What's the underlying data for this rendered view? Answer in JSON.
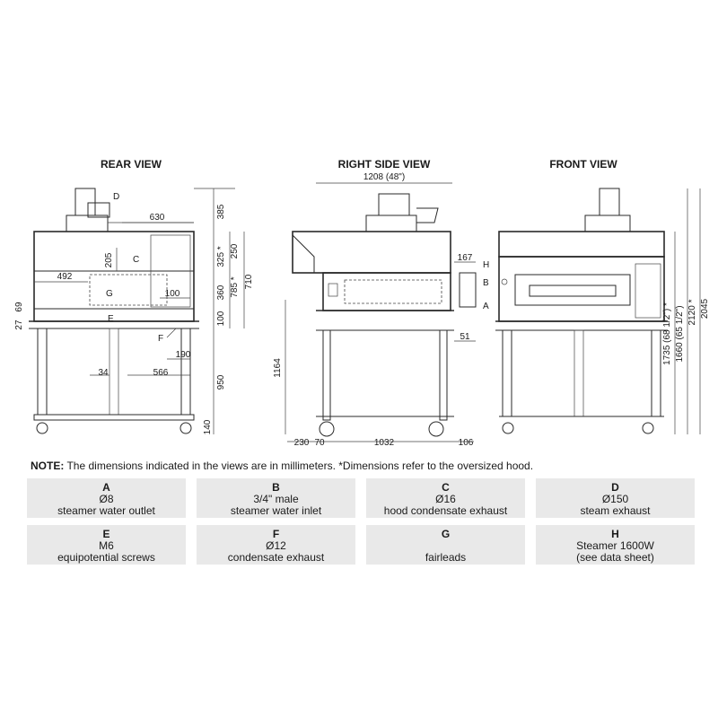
{
  "views": {
    "rear": {
      "title": "REAR VIEW",
      "dims": [
        "630",
        "385",
        "325 *",
        "250",
        "785 *",
        "710",
        "205",
        "492",
        "360",
        "100",
        "100",
        "27",
        "69",
        "190",
        "34",
        "566",
        "950",
        "140"
      ],
      "labels": [
        "D",
        "C",
        "G",
        "E",
        "F"
      ]
    },
    "side": {
      "title": "RIGHT SIDE VIEW",
      "dims": [
        "1208 (48\")",
        "167",
        "51",
        "1164",
        "230",
        "70",
        "1032",
        "106"
      ],
      "labels": [
        "H",
        "B",
        "A"
      ]
    },
    "front": {
      "title": "FRONT VIEW",
      "dims": [
        "1735 (68 1/2\") *",
        "1660 (65 1/2\")",
        "2120 *",
        "2045"
      ]
    }
  },
  "note": {
    "label": "NOTE:",
    "text": "The dimensions indicated in the views are in millimeters. *Dimensions refer to the oversized hood."
  },
  "legend": [
    {
      "key": "A",
      "line1": "Ø8",
      "line2": "steamer water outlet"
    },
    {
      "key": "B",
      "line1": "3/4\" male",
      "line2": "steamer water inlet"
    },
    {
      "key": "C",
      "line1": "Ø16",
      "line2": "hood condensate exhaust"
    },
    {
      "key": "D",
      "line1": "Ø150",
      "line2": "steam exhaust"
    },
    {
      "key": "E",
      "line1": "M6",
      "line2": "equipotential screws"
    },
    {
      "key": "F",
      "line1": "Ø12",
      "line2": "condensate exhaust"
    },
    {
      "key": "G",
      "line1": "",
      "line2": "fairleads"
    },
    {
      "key": "H",
      "line1": "Steamer 1600W",
      "line2": "(see data sheet)"
    }
  ]
}
